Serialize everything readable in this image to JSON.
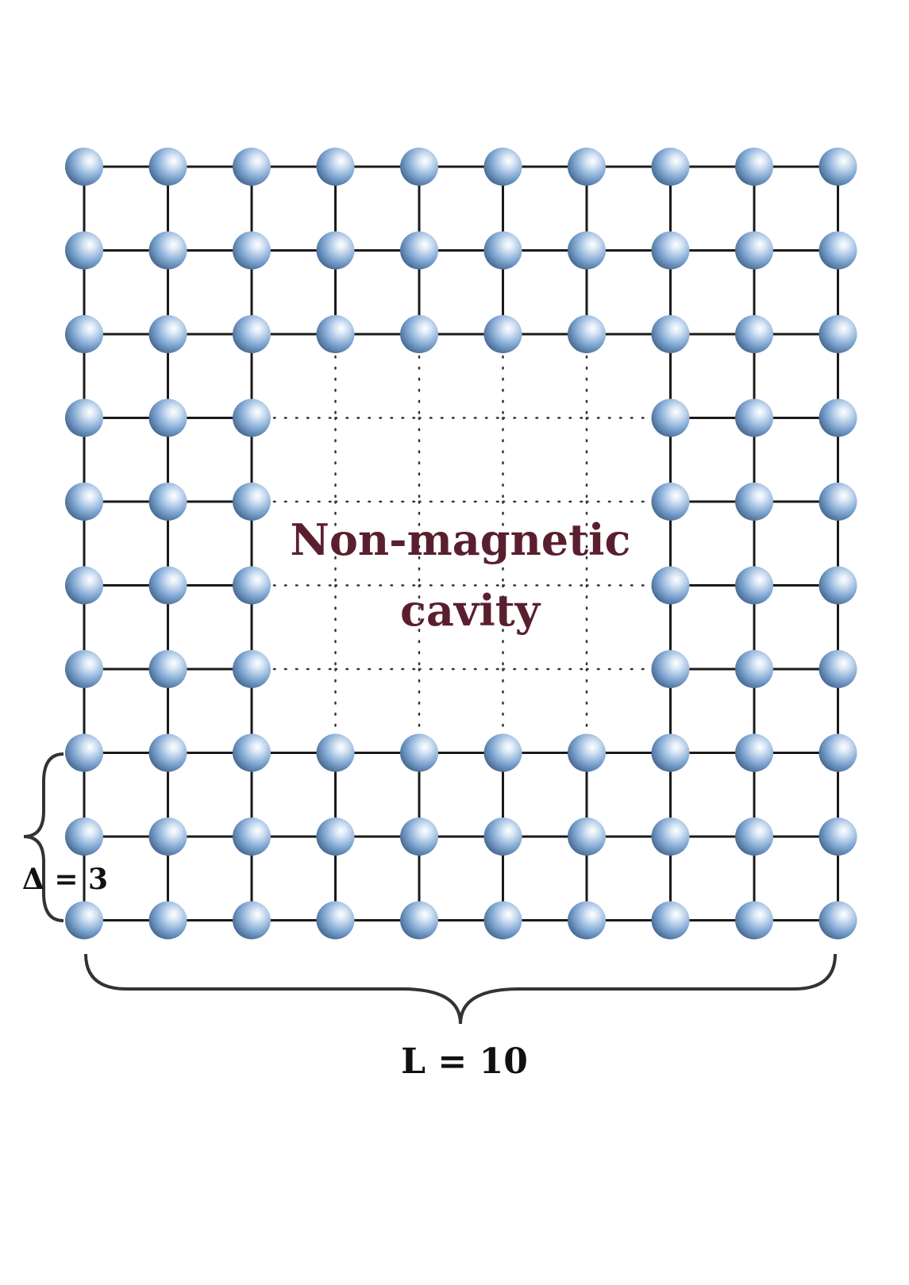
{
  "lattice": {
    "L": 10,
    "delta": 3,
    "atom_color": "#7fa6d2",
    "bond_color": "#1a1a1a",
    "missing_bond_color": "#333333"
  },
  "labels": {
    "cavity_line1": "Non-magnetic",
    "cavity_line2": "cavity",
    "cavity_color": "#5a1f2e",
    "length_label": "L = 10",
    "delta_label": "Δ = 3"
  }
}
